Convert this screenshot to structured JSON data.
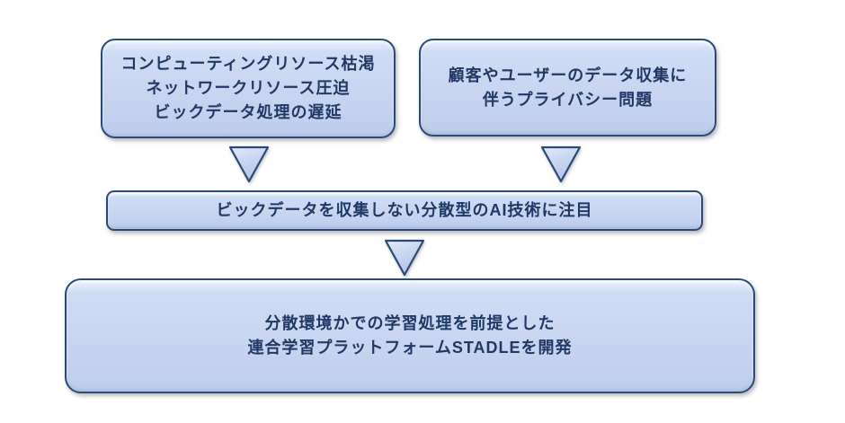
{
  "diagram": {
    "background_color": "#ffffff",
    "colors": {
      "box_fill": "#c7d5f0",
      "box_fill_highlight": "#eaf1fb",
      "box_border": "#2c4a78",
      "text": "#1f3864"
    },
    "boxes": [
      {
        "id": "cause-left",
        "lines": [
          "コンピューティングリソース枯渇",
          "ネットワークリソース圧迫",
          "ビックデータ処理の遅延"
        ]
      },
      {
        "id": "cause-right",
        "lines": [
          "顧客やユーザーのデータ収集に",
          "伴うプライバシー問題"
        ]
      },
      {
        "id": "focus",
        "lines": [
          "ビックデータを収集しない分散型のAI技術に注目"
        ]
      },
      {
        "id": "result",
        "lines": [
          "分散環境かでの学習処理を前提とした",
          "連合学習プラットフォームSTADLEを開発"
        ]
      }
    ],
    "arrows": [
      {
        "id": "arrow-left",
        "direction": "down"
      },
      {
        "id": "arrow-right",
        "direction": "down"
      },
      {
        "id": "arrow-center",
        "direction": "down"
      }
    ]
  }
}
